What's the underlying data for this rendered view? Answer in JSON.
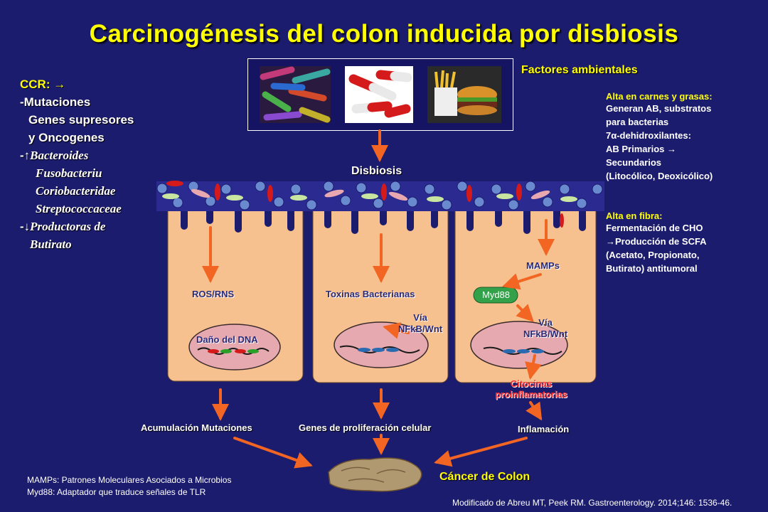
{
  "title": "Carcinogénesis del colon inducida por disbiosis",
  "environmental": {
    "title": "Factores ambientales",
    "images": [
      "bacteria-image",
      "pills-image",
      "fast-food-image"
    ],
    "high_fat": {
      "heading": "Alta en carnes y grasas:",
      "lines": [
        "Generan AB, substratos",
        "para bacterias",
        "7α-dehidroxilantes:",
        "AB Primarios →",
        "Secundarios",
        "(Litocólico, Deoxicólico)"
      ]
    },
    "high_fiber": {
      "heading": "Alta en fibra:",
      "lines": [
        "Fermentación  de CHO",
        "→Producción  de SCFA",
        "(Acetato, Propionato,",
        "Butirato)  antitumoral"
      ]
    }
  },
  "ccr": {
    "heading": "CCR: →",
    "mutaciones": "-Mutaciones",
    "genes1": "Genes supresores",
    "genes2": "y Oncogenes",
    "up_prefix": "-↑",
    "up_taxa": [
      "Bacteroides",
      "Fusobacteriu",
      "Coriobacteridae",
      "Streptococcaceae"
    ],
    "down_prefix": "-↓",
    "down_lines": [
      "Productoras de",
      "Butirato"
    ]
  },
  "disbiosis": "Disbiosis",
  "cells": {
    "ros": "ROS/RNS",
    "dna": "Daño del DNA",
    "toxinas": "Toxinas Bacterianas",
    "via1a": "Vía",
    "via1b": "NFkB/Wnt",
    "mamps": "MAMPs",
    "myd88": "Myd88",
    "via2a": "Vía",
    "via2b": "NFkB/Wnt",
    "citocinas1": "Citocinas",
    "citocinas2": "proinflamatorias"
  },
  "outcomes": {
    "acumulacion": "Acumulación Mutaciones",
    "genes": "Genes de proliferación celular",
    "inflamacion": "Inflamación"
  },
  "cancer": "Cáncer de Colon",
  "footnotes": {
    "mamps": "MAMPs: Patrones Moleculares Asociados a Microbios",
    "myd88": "Myd88: Adaptador que traduce señales de TLR"
  },
  "citation": "Modificado de Abreu MT, Peek  RM. Gastroenterology. 2014;146:  1536-46.",
  "colors": {
    "background": "#1c1c6e",
    "title": "#ffff00",
    "arrow": "#f26522",
    "tissue": "#f6c08f",
    "nucleus": "#e7a9b0",
    "myd88": "#33a04a",
    "citocinas": "#ff2a2a"
  }
}
